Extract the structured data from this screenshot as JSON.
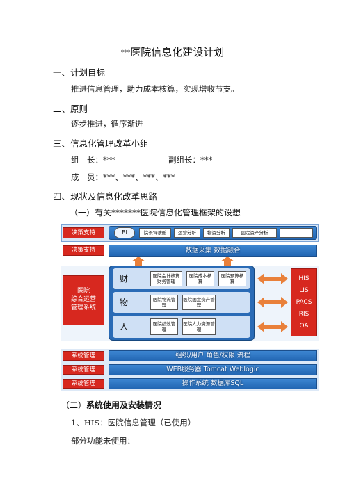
{
  "doc": {
    "title_prefix": "***",
    "title": "医院信息化建设计划",
    "s1_heading": "一、计划目标",
    "s1_text": "推进信息管理，助力成本核算，实现增收节支。",
    "s2_heading": "二、原则",
    "s2_text": "逐步推进，循序渐进",
    "s3_heading": "三、信息化管理改革小组",
    "leader_label": "组　长：",
    "leader_value": "***",
    "deputy_label": "副组长：",
    "deputy_value": "***",
    "member_label": "成　员：",
    "member_value": "***、***、***、***",
    "s4_heading": "四、现状及信息化改革思路",
    "sub1": "（一）有关*******医院信息化管理框架的设想",
    "sub2_prefix": "（二）",
    "sub2": "系统使用及安装情况",
    "item1": "1、HIS：医院信息管理（已使用）",
    "item1_note": "部分功能未使用："
  },
  "diagram": {
    "row1_label": "决策支持",
    "bi": "BI",
    "bi_items": [
      "院长驾驶舱",
      "运营分析",
      "物资分析",
      "固定资产分析",
      "……"
    ],
    "row2_label": "决策支持",
    "row2_bar": "数据采集 数据融合",
    "left_block": [
      "医院",
      "综合运营",
      "管理系统"
    ],
    "cai": "财",
    "cai_items": [
      "医院会计核算财务管理",
      "医院成本核算",
      "医院预算核算"
    ],
    "wu": "物",
    "wu_items": [
      "医院物流管理",
      "医院固定资产管理"
    ],
    "ren": "人",
    "ren_items": [
      "医院绩效管理",
      "医院人力资源管理"
    ],
    "right_block": [
      "HIS",
      "LIS",
      "PACS",
      "RIS",
      "OA"
    ],
    "sys1_label": "系统管理",
    "sys1_bar": "组织/用户 角色/权限 流程",
    "sys2_label": "系统管理",
    "sys2_bar": "WEB服务器 Tomcat Weblogic",
    "sys3_label": "系统管理",
    "sys3_bar": "操作系统 数据库SQL",
    "colors": {
      "red": "#d7281f",
      "blue": "#2266b3",
      "orange": "#e9803a",
      "light_blue": "#cfe0f5"
    }
  }
}
